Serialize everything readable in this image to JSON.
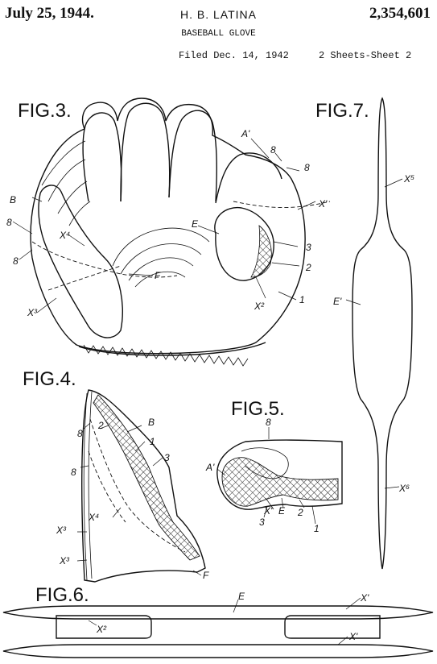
{
  "header": {
    "date": "July 25, 1944.",
    "inventor": "H. B. LATINA",
    "patent_number": "2,354,601",
    "title": "BASEBALL GLOVE",
    "filed": "Filed Dec. 14, 1942",
    "sheets": "2 Sheets-Sheet 2"
  },
  "figures": {
    "fig3": {
      "title": "FIG.3.",
      "labels": {
        "a_prime": "A'",
        "eight_a": "8",
        "eight_b": "8",
        "x_prime": "X'",
        "e": "E",
        "three": "3",
        "two": "2",
        "x2": "X²",
        "one": "1",
        "b": "B",
        "eight_c": "8",
        "x4": "X⁴",
        "eight_d": "8",
        "f": "F",
        "x3": "X³"
      }
    },
    "fig4": {
      "title": "FIG.4.",
      "labels": {
        "eight_a": "8",
        "two": "2",
        "b": "B",
        "one": "1",
        "eight_b": "8",
        "three": "3",
        "x4": "X⁴",
        "x3_a": "X³",
        "x3_b": "X³",
        "f": "F"
      }
    },
    "fig5": {
      "title": "FIG.5.",
      "labels": {
        "eight": "8",
        "a_prime": "A'",
        "x_prime": "X'",
        "e": "E",
        "three": "3",
        "two": "2",
        "one": "1"
      }
    },
    "fig6": {
      "title": "FIG.6.",
      "labels": {
        "e": "E",
        "x_prime_a": "X'",
        "x2": "X²",
        "x_prime_b": "X'"
      }
    },
    "fig7": {
      "title": "FIG.7.",
      "labels": {
        "x5": "X⁵",
        "e_prime": "E'",
        "x6": "X⁶"
      }
    }
  }
}
